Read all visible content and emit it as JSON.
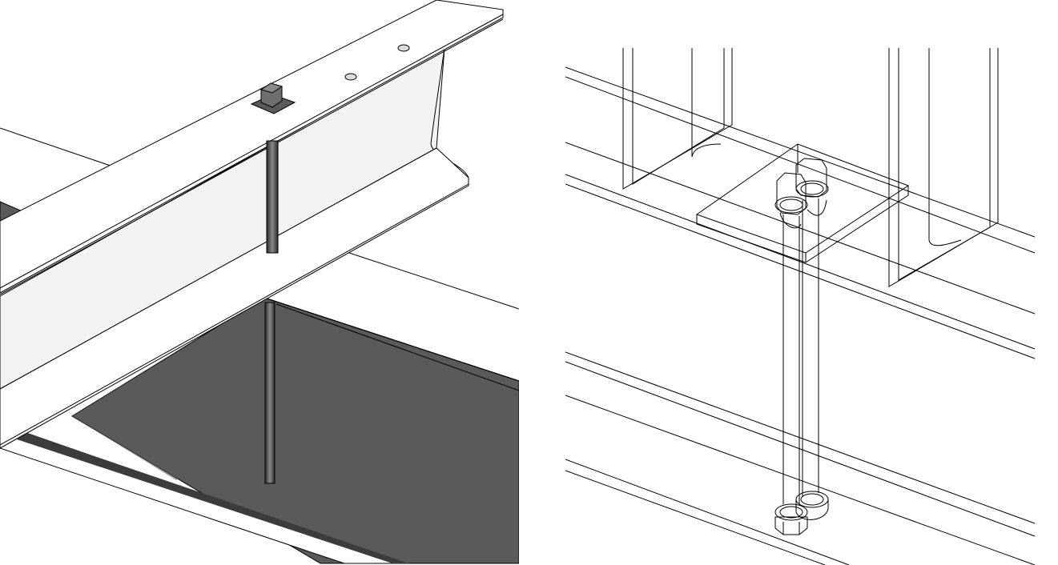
{
  "views": [
    {
      "id": "shaded",
      "description_name": "shaded-view",
      "visual_style": "shaded"
    },
    {
      "id": "wireframe",
      "description_name": "wireframe-view",
      "visual_style": "wireframe"
    }
  ],
  "colors": {
    "background": "#ffffff",
    "edge": "#000000",
    "steel_light": "#f2f2f2",
    "steel_white": "#ffffff",
    "steel_dark": "#5a5a5a",
    "shadow": "#3c3c3c",
    "bolt": "#6e6e6e"
  }
}
